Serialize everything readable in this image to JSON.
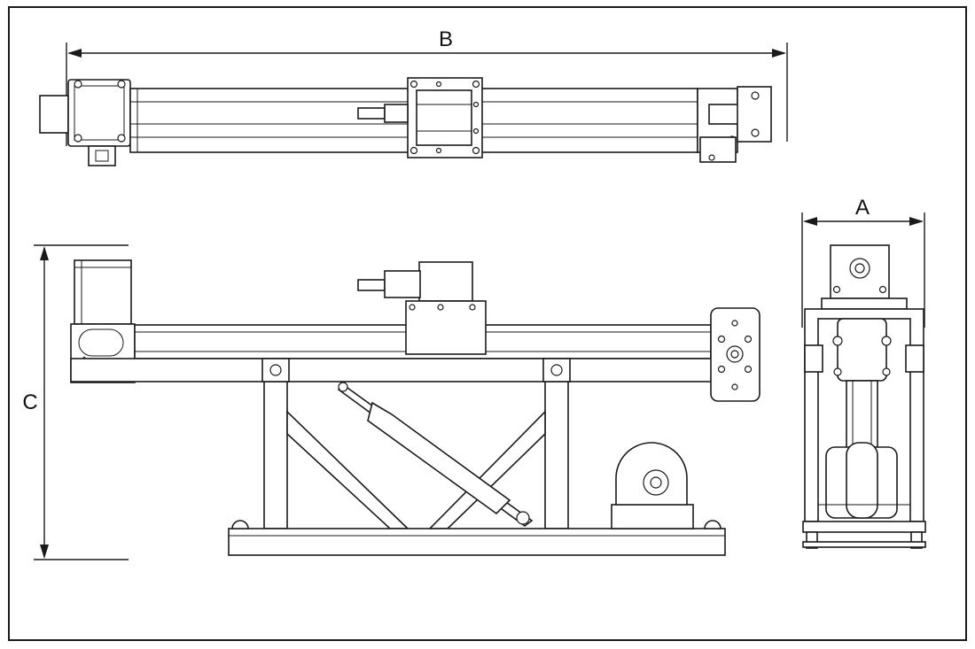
{
  "dimensions": {
    "a": "A",
    "b": "B",
    "c": "C"
  },
  "colors": {
    "line": "#1a1a1a",
    "background": "#ffffff"
  }
}
